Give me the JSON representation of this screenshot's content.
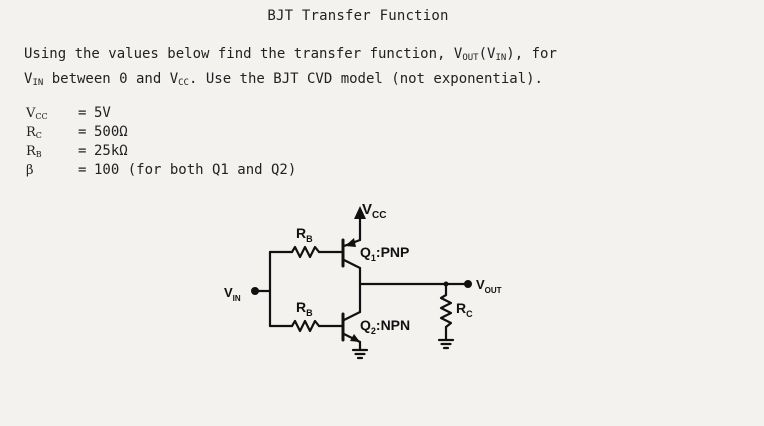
{
  "title": "BJT Transfer Function",
  "intro": {
    "line1_a": "Using the values below find the transfer function, ",
    "vout_main": "V",
    "vout_sub": "OUT",
    "paren_open": "(",
    "vin_main": "V",
    "vin_sub": "IN",
    "line1_b": "), for",
    "line2_vin_main": "V",
    "line2_vin_sub": "IN",
    "line2_a": " between 0 and V",
    "line2_vcc_sub": "CC",
    "line2_b": ". Use the BJT CVD model (not exponential)."
  },
  "params": [
    {
      "main": "V",
      "sub": "CC",
      "eq": "=",
      "value": "5V"
    },
    {
      "main": "R",
      "sub": "C",
      "eq": "=",
      "value": "500Ω"
    },
    {
      "main": "R",
      "sub": "B",
      "eq": "=",
      "value": "25kΩ"
    },
    {
      "main": "β",
      "sub": "",
      "eq": "=",
      "value": "100 (for both Q1 and Q2)"
    }
  ],
  "circuit": {
    "vcc_main": "V",
    "vcc_sub": "CC",
    "rb_top_main": "R",
    "rb_top_sub": "B",
    "rb_bot_main": "R",
    "rb_bot_sub": "B",
    "q1_main": "Q",
    "q1_sub": "1",
    "q1_type": ":PNP",
    "q2_main": "Q",
    "q2_sub": "2",
    "q2_type": ":NPN",
    "vin_main": "V",
    "vin_sub": "IN",
    "vout_main": "V",
    "vout_sub": "OUT",
    "rc_main": "R",
    "rc_sub": "C"
  }
}
